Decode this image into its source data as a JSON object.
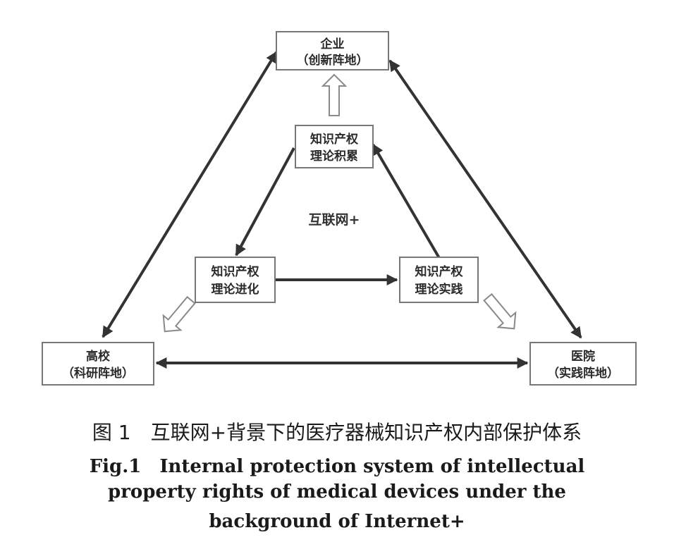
{
  "diagram": {
    "nodes": {
      "enterprise": {
        "line1": "企业",
        "line2": "（创新阵地）"
      },
      "university": {
        "line1": "高校",
        "line2": "（科研阵地）"
      },
      "hospital": {
        "line1": "医院",
        "line2": "（实践阵地）"
      },
      "accumulation": {
        "line1": "知识产权",
        "line2": "理论积累"
      },
      "evolution": {
        "line1": "知识产权",
        "line2": "理论进化"
      },
      "practice": {
        "line1": "知识产权",
        "line2": "理论实践"
      }
    },
    "center_label": "互联网+"
  },
  "caption": {
    "cn": "图 1　互联网+背景下的医疗器械知识产权内部保护体系",
    "en_line1": "Fig.1　Internal protection system of intellectual",
    "en_line2": "property rights of medical devices under the",
    "en_line3": "background of Internet+"
  },
  "colors": {
    "arrow": "#333333",
    "box_border": "#777777",
    "hollow_arrow_border": "#8a8a8a",
    "text": "#2a2a2a"
  }
}
